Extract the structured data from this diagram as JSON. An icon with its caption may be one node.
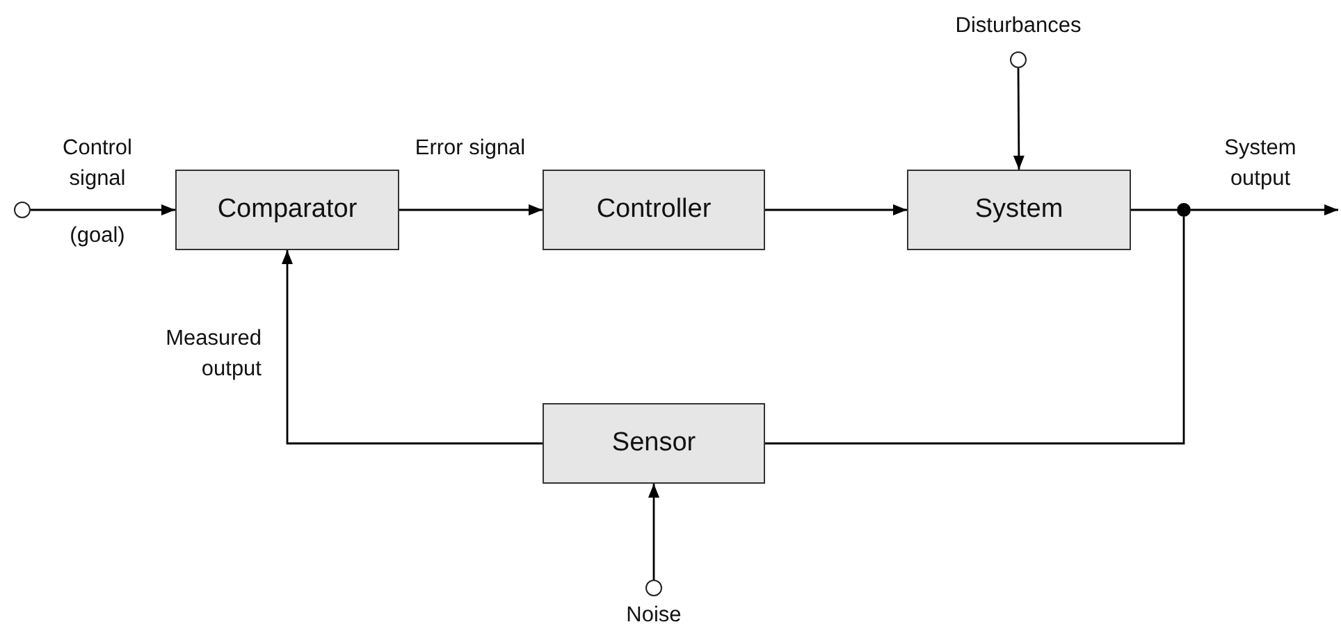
{
  "diagram": {
    "nodes": [
      {
        "text": [
          "Comparator"
        ]
      },
      {
        "text": [
          "Controller"
        ]
      },
      {
        "text": [
          "System"
        ]
      },
      {
        "text": [
          "Sensor"
        ]
      },
      {
        "text": [],
        "shape": "circle"
      },
      {
        "text": [],
        "shape": "circle",
        "beside": [
          "Disturbances"
        ]
      },
      {
        "text": [],
        "shape": "circle",
        "beside": [
          "Noise"
        ]
      },
      {
        "text": [],
        "shape": "circle"
      }
    ],
    "edges": [
      {
        "from": 4,
        "to": 0,
        "arrow": "to"
      },
      {
        "from": 0,
        "to": 1,
        "arrow": "to"
      },
      {
        "from": 1,
        "to": 2,
        "arrow": "to"
      },
      {
        "from": 5,
        "to": 2,
        "arrow": "to"
      },
      {
        "from": 2,
        "to": 7,
        "arrow": "none"
      },
      {
        "from": 7,
        "to": null,
        "arrow": "to"
      },
      {
        "from": 7,
        "to": 3,
        "arrow": "none"
      },
      {
        "from": 3,
        "to": 0,
        "arrow": "to"
      },
      {
        "from": 6,
        "to": 3,
        "arrow": "to"
      }
    ],
    "labels": [
      "Control signal",
      "(goal)",
      "Error signal",
      "System output",
      "Measured output"
    ]
  }
}
